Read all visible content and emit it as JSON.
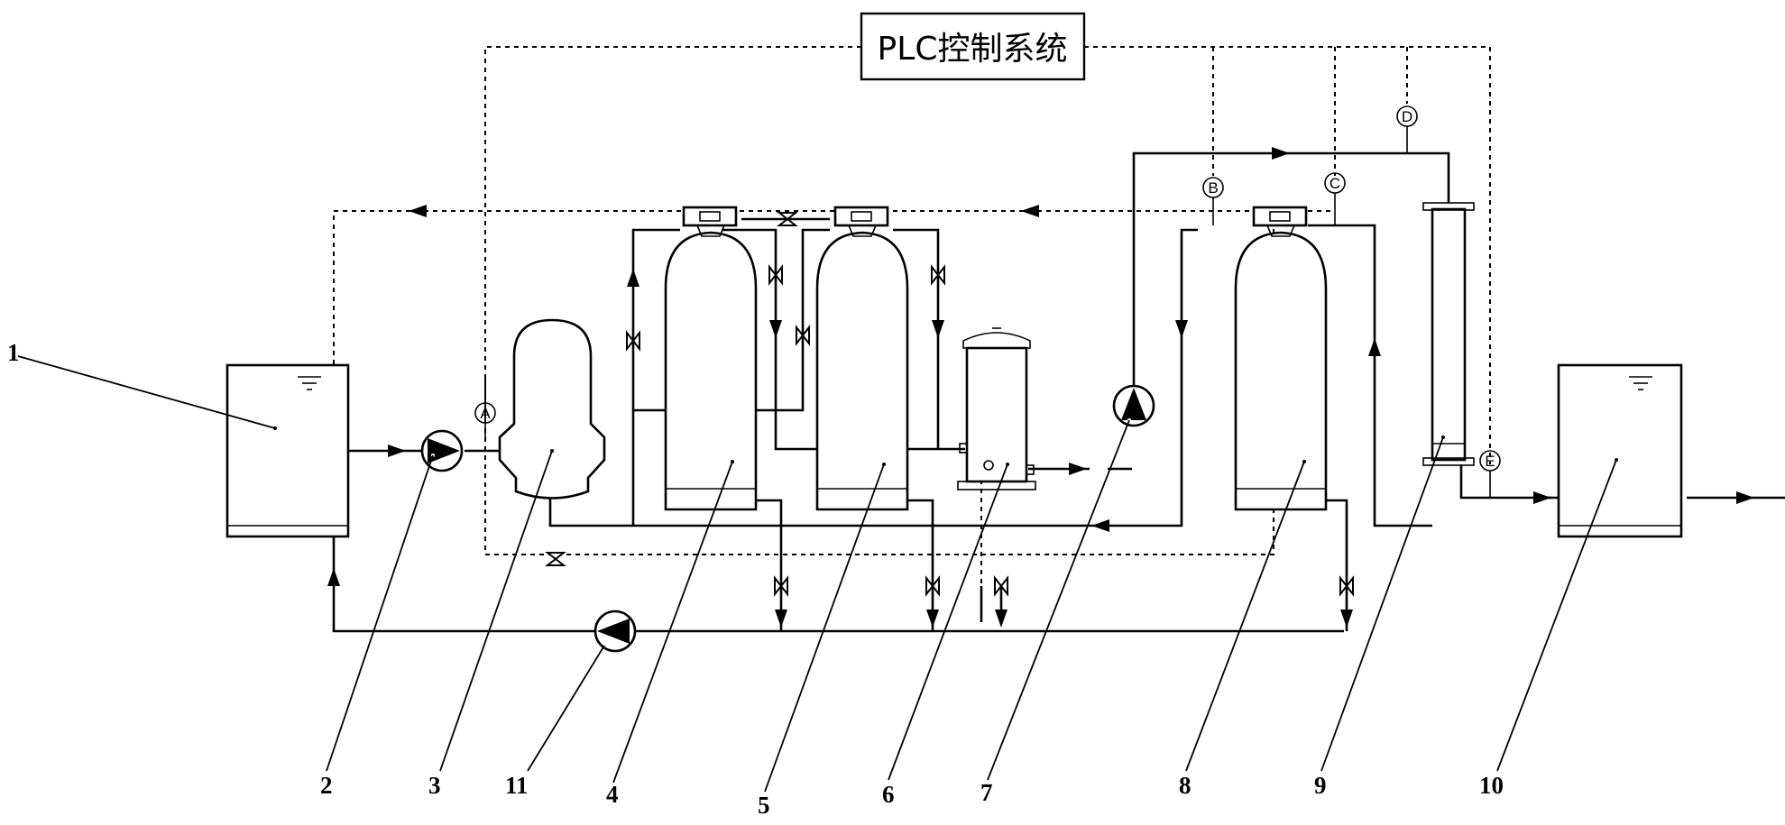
{
  "control_system": {
    "label": "PLC控制系统"
  },
  "components": [
    {
      "number": "1"
    },
    {
      "number": "2"
    },
    {
      "number": "3"
    },
    {
      "number": "11"
    },
    {
      "number": "4"
    },
    {
      "number": "5"
    },
    {
      "number": "6"
    },
    {
      "number": "7"
    },
    {
      "number": "8"
    },
    {
      "number": "9"
    },
    {
      "number": "10"
    }
  ],
  "instruments": [
    {
      "letter": "A"
    },
    {
      "letter": "B"
    },
    {
      "letter": "C"
    },
    {
      "letter": "D"
    },
    {
      "letter": "E"
    }
  ]
}
